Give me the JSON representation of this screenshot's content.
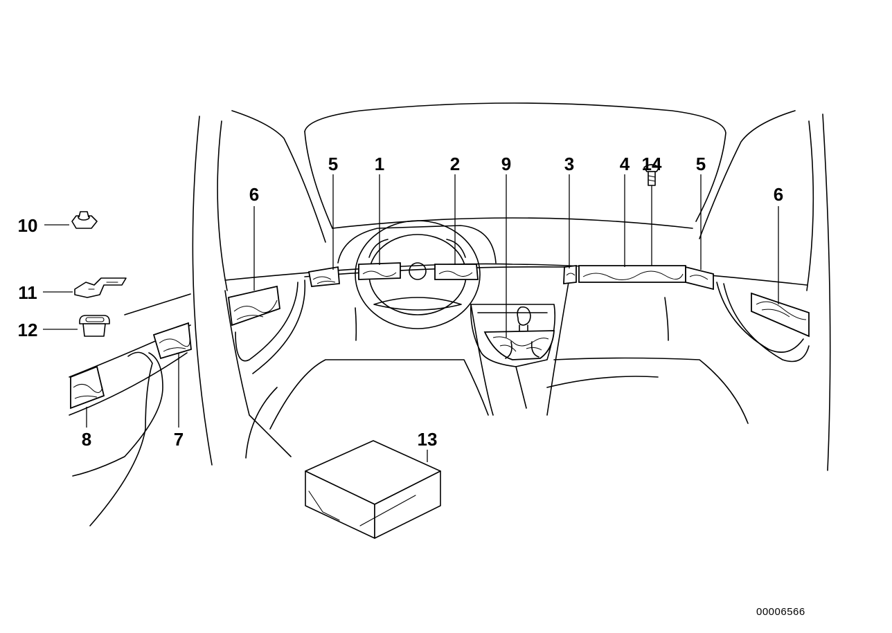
{
  "diagram": {
    "callouts": [
      {
        "id": "c1",
        "label": "1"
      },
      {
        "id": "c2",
        "label": "2"
      },
      {
        "id": "c3",
        "label": "3"
      },
      {
        "id": "c4",
        "label": "4"
      },
      {
        "id": "c5a",
        "label": "5"
      },
      {
        "id": "c5b",
        "label": "5"
      },
      {
        "id": "c6a",
        "label": "6"
      },
      {
        "id": "c6b",
        "label": "6"
      },
      {
        "id": "c7",
        "label": "7"
      },
      {
        "id": "c8",
        "label": "8"
      },
      {
        "id": "c9",
        "label": "9"
      },
      {
        "id": "c10",
        "label": "10"
      },
      {
        "id": "c11",
        "label": "11"
      },
      {
        "id": "c12",
        "label": "12"
      },
      {
        "id": "c13",
        "label": "13"
      },
      {
        "id": "c14",
        "label": "14"
      }
    ],
    "document_id": "00006566"
  }
}
